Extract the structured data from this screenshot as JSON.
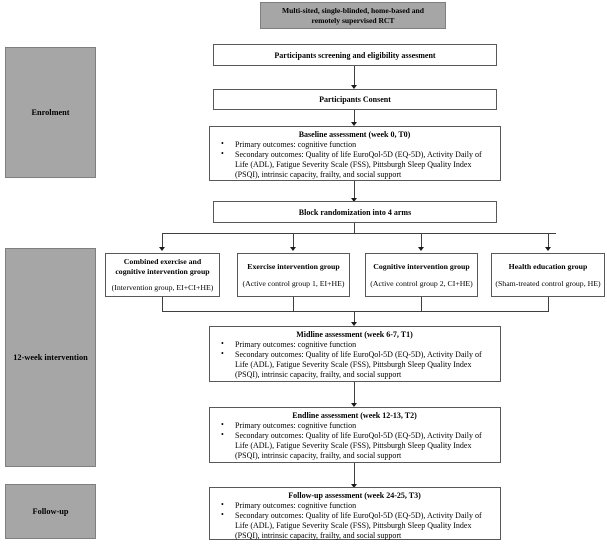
{
  "title_banner": {
    "text": "Multi-sited, single-blinded, home-based and remotely supervised RCT"
  },
  "phases": [
    {
      "label": "Enrolment"
    },
    {
      "label": "12-week intervention"
    },
    {
      "label": "Follow-up"
    }
  ],
  "flow": {
    "screening": {
      "label": "Participants screening and eligibility assesment"
    },
    "consent": {
      "label": "Participants  Consent"
    },
    "randomization": {
      "label": "Block randomization into 4 arms"
    }
  },
  "assessments": [
    {
      "heading": "Baseline assessment (week 0, T0)",
      "bullets": [
        "Primary outcomes: cognitive function",
        "Secondary outcomes: Quality of life EuroQol-5D (EQ-5D), Activity Daily of Life (ADL), Fatigue Severity Scale (FSS), Pittsburgh Sleep Quality Index (PSQI), intrinsic capacity, frailty, and social support"
      ]
    },
    {
      "heading": "Midline assessment (week 6-7, T1)",
      "bullets": [
        "Primary outcomes: cognitive function",
        "Secondary outcomes: Quality of life EuroQol-5D (EQ-5D), Activity Daily of Life (ADL), Fatigue Severity Scale (FSS), Pittsburgh Sleep Quality Index (PSQI), intrinsic capacity, frailty, and social support"
      ]
    },
    {
      "heading": "Endline assessment (week 12-13, T2)",
      "bullets": [
        "Primary outcomes: cognitive function",
        "Secondary outcomes: Quality of life EuroQol-5D (EQ-5D), Activity Daily of Life (ADL), Fatigue Severity Scale (FSS), Pittsburgh Sleep Quality Index (PSQI), intrinsic capacity, frailty, and social support"
      ]
    },
    {
      "heading": "Follow-up assessment (week 24-25, T3)",
      "bullets": [
        "Primary outcomes: cognitive function",
        "Secondary outcomes: Quality of life EuroQol-5D (EQ-5D), Activity Daily of Life (ADL), Fatigue Severity Scale (FSS), Pittsburgh Sleep Quality Index (PSQI), intrinsic capacity, frailty, and social support"
      ]
    }
  ],
  "arms": [
    {
      "title": "Combined exercise and cognitive intervention group",
      "subtitle": "(Intervention group, EI+CI+HE)"
    },
    {
      "title": "Exercise intervention group",
      "subtitle": "(Active control group 1, EI+HE)"
    },
    {
      "title": "Cognitive intervention group",
      "subtitle": "(Active control group 2, CI+HE)"
    },
    {
      "title": "Health education group",
      "subtitle": "(Sham-treated control group, HE)"
    }
  ],
  "bullet_glyph": "•",
  "colors": {
    "phase_fill": "#a6a6a6",
    "phase_border": "#7f7f7f",
    "box_border": "#595959",
    "connector": "#3f3f3f"
  }
}
